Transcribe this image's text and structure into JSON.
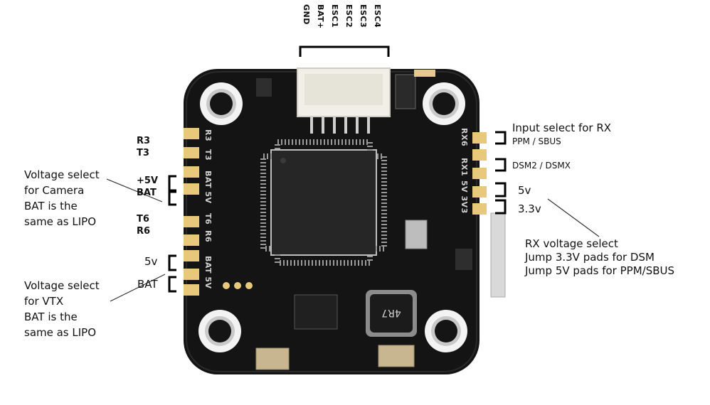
{
  "connector": {
    "pins": [
      "GND",
      "BAT+",
      "ESC1",
      "ESC2",
      "ESC3",
      "ESC4"
    ]
  },
  "left_pads": {
    "r3": "R3",
    "t3": "T3",
    "plus5v": "+5V",
    "bat": "BAT",
    "t6": "T6",
    "r6": "R6",
    "vtx_5v": "5v",
    "vtx_bat": "BAT"
  },
  "camera_note": {
    "lines": [
      "Voltage select",
      "for Camera",
      "BAT is the",
      "same as LIPO"
    ]
  },
  "vtx_note": {
    "lines": [
      "Voltage select",
      "for VTX",
      "BAT is the",
      "same as LIPO"
    ]
  },
  "rx_input": {
    "title": "Input select for RX",
    "ppm_sbus": "PPM / SBUS",
    "dsm": "DSM2 / DSMX"
  },
  "rx_voltage": {
    "v5": "5v",
    "v33": "3.3v",
    "lines": [
      "RX voltage  select",
      "Jump 3.3V pads for DSM",
      "Jump 5V pads for PPM/SBUS"
    ]
  },
  "silkscreen": {
    "r3": "R3",
    "t3": "T3",
    "bat5v": "BAT 5V",
    "t6": "T6",
    "r6": "R6",
    "bat5v_vtx": "BAT 5V",
    "rx6": "RX6",
    "rx1": "RX1",
    "v5_33": "5V 3V3",
    "inductor": "4R7"
  },
  "colors": {
    "board": "#141414",
    "pad": "#e8c87a",
    "ring": "#f3f3f3",
    "bracket": "#000000"
  }
}
